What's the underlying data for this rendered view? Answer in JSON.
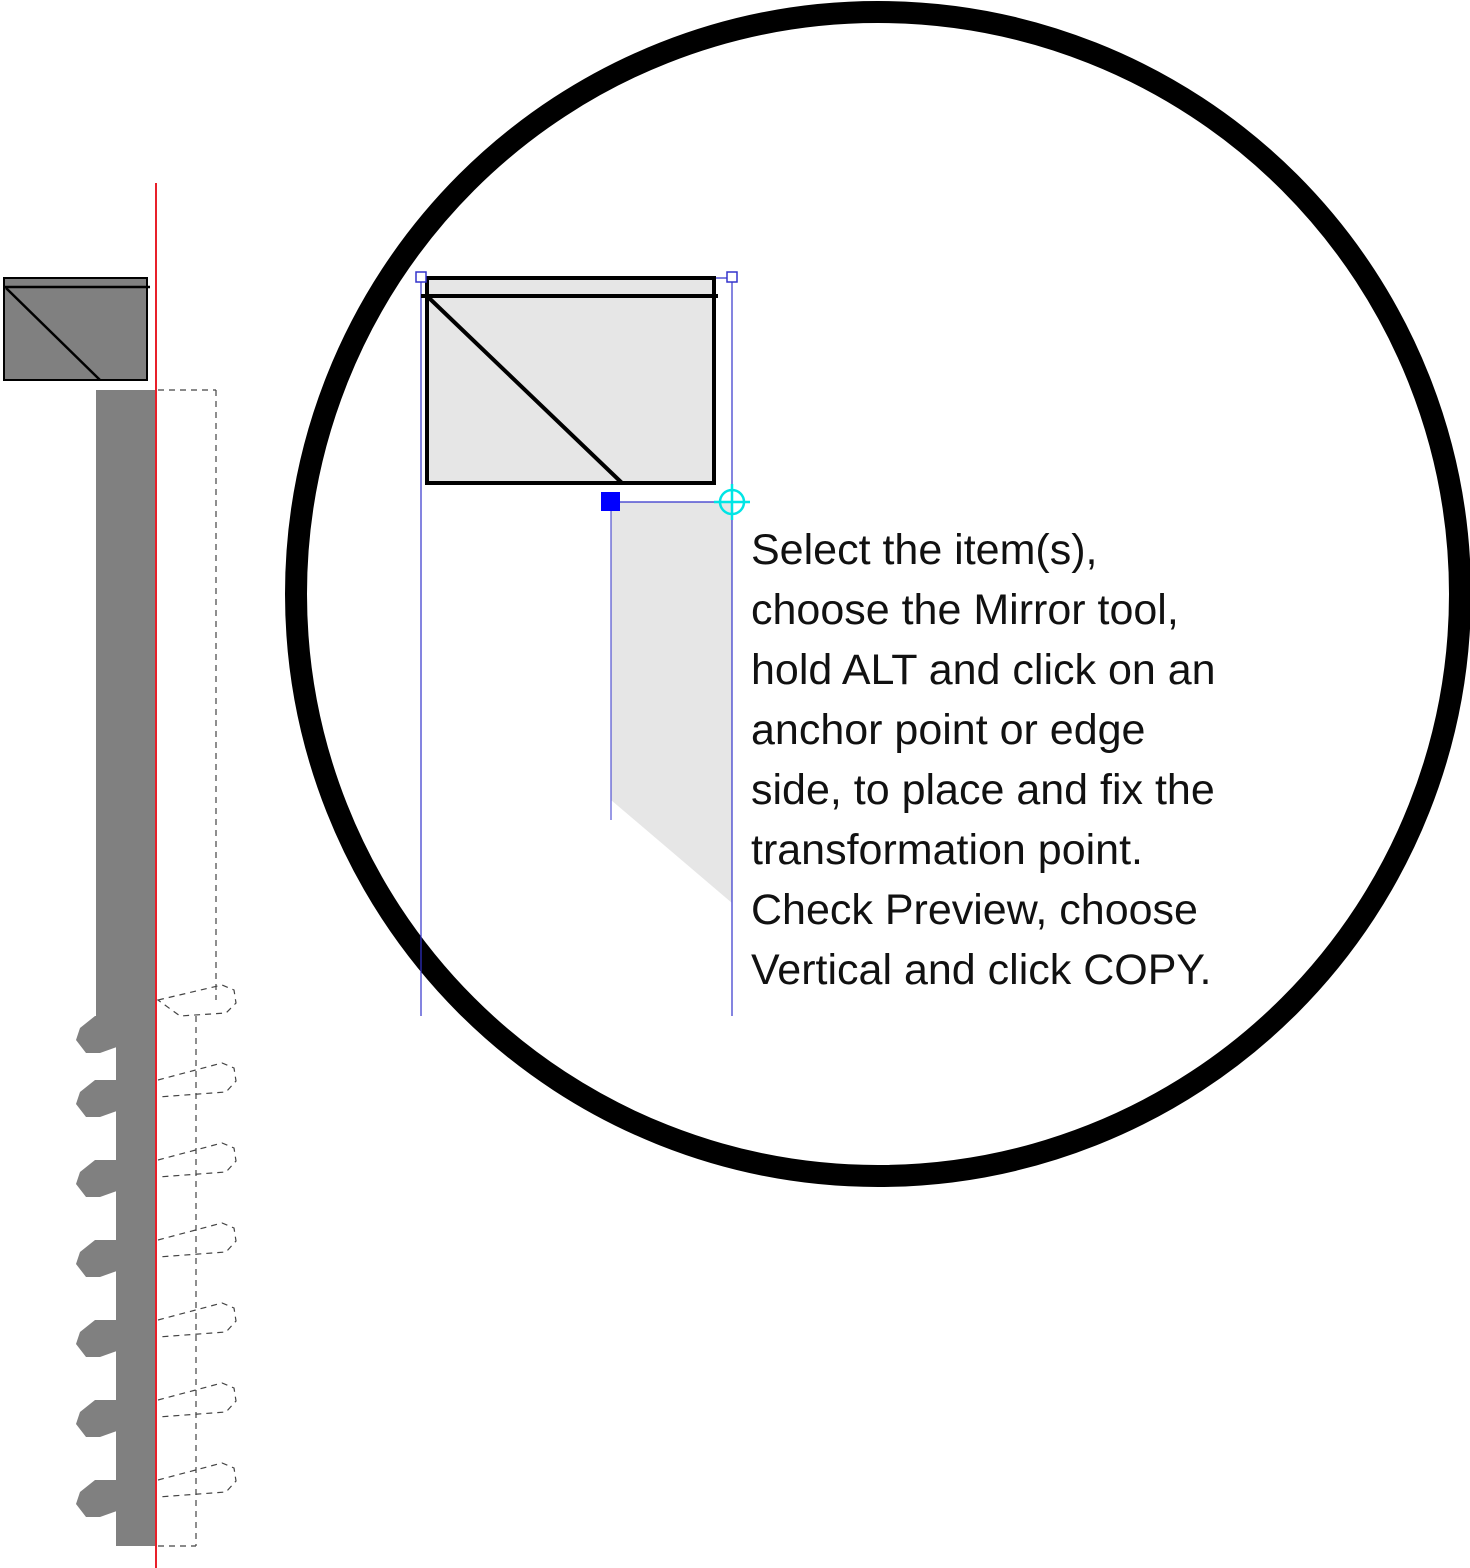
{
  "instruction": {
    "lines": [
      "Select the item(s),",
      "choose the Mirror tool,",
      "hold ALT and click on an",
      "anchor point or edge",
      "side, to place and fix the",
      "transformation point.",
      "Check Preview, choose",
      "Vertical and click COPY."
    ]
  },
  "colors": {
    "shape_fill_dark": "#808080",
    "shape_fill_light": "#e6e6e6",
    "outline": "#000000",
    "mirror_axis": "#e8202a",
    "selection_guide": "#3333cc",
    "transformation_point": "#0000ff",
    "reference_point_marker": "#00e5e5",
    "preview_dashed": "#444444"
  },
  "icons": {
    "transformation_point": "filled-square-anchor",
    "reference_point": "crosshair-circle"
  }
}
